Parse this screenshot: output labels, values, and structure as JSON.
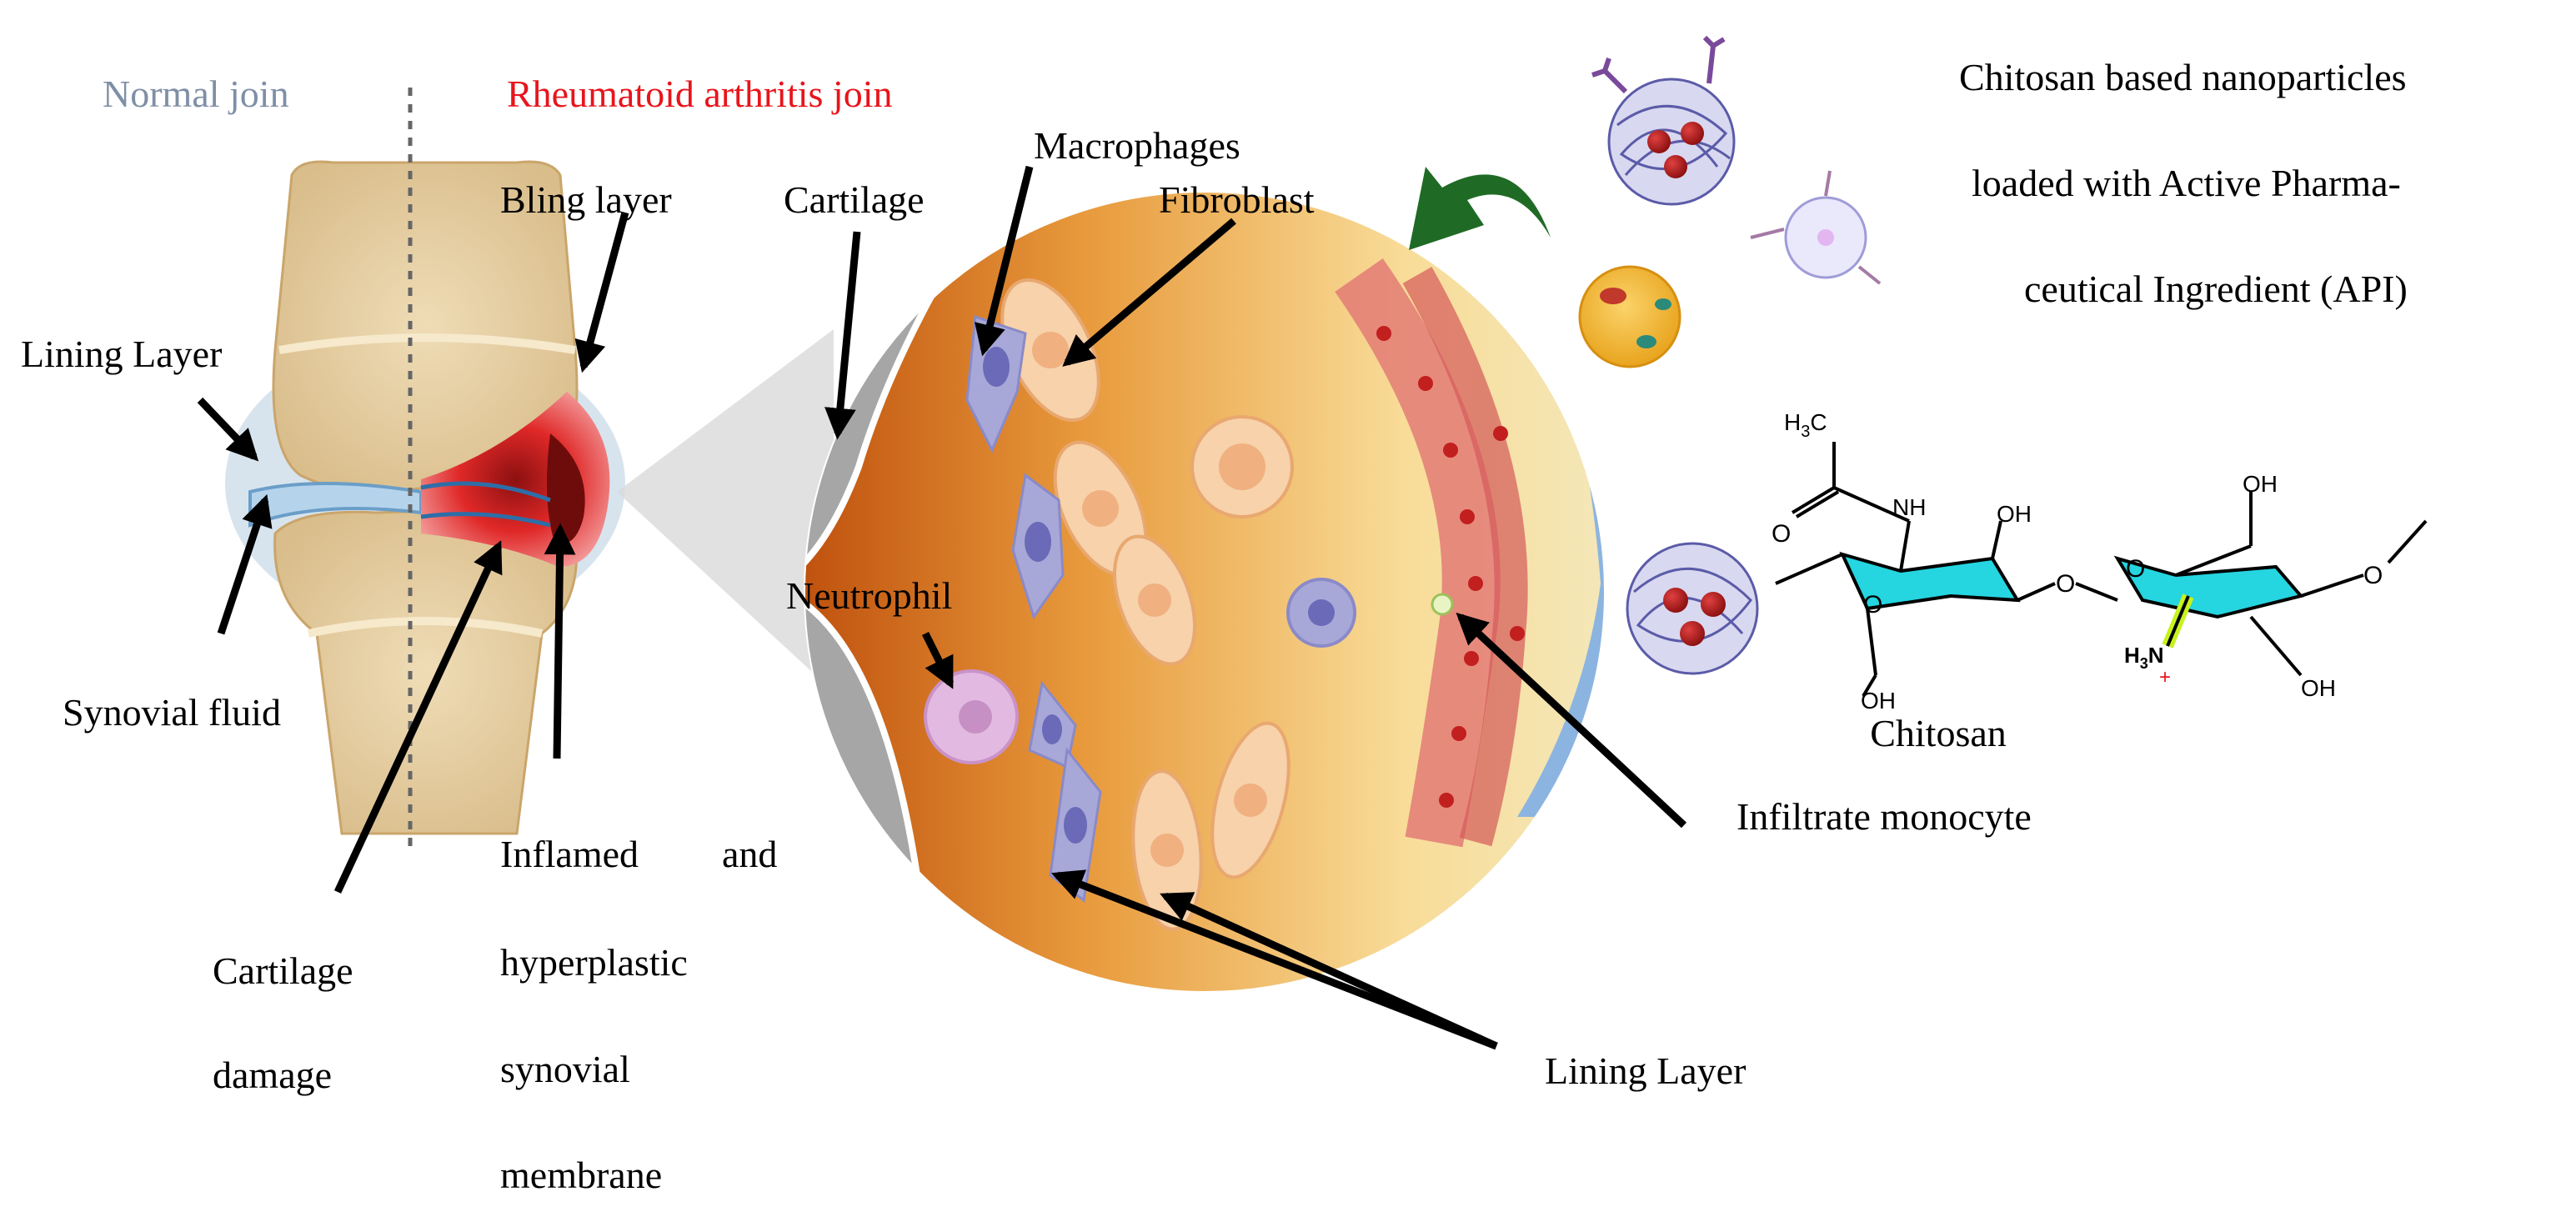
{
  "colors": {
    "normal_title": "#7f8fa6",
    "ra_title": "#e8141b",
    "bone": "#e9d2a6",
    "inflamed": "#e83a3a",
    "cartilage_grey": "#a7a6a6",
    "arrow_green": "#1f6b25",
    "chitosan_ring": "#25d5e0",
    "nh3_highlight": "#c7f21c"
  },
  "titles": {
    "normal": "Normal join",
    "ra": "Rheumatoid arthritis join"
  },
  "labels": {
    "lining_layer_left": "Lining Layer",
    "synovial_fluid": "Synovial fluid",
    "bling_layer": "Bling layer",
    "cartilage_damage_1": "Cartilage",
    "cartilage_damage_2": "damage",
    "inflamed_1a": "Inflamed",
    "inflamed_1b": "and",
    "inflamed_2": "hyperplastic",
    "inflamed_3": "synovial",
    "inflamed_4": "membrane",
    "cartilage": "Cartilage",
    "macrophages": "Macrophages",
    "fibroblast": "Fibroblast",
    "neutrophil": "Neutrophil",
    "lining_layer_bottom": "Lining Layer",
    "infiltrate_monocyte": "Infiltrate monocyte"
  },
  "nanoparticle_text": {
    "line1": "Chitosan based nanoparticles",
    "line2": "loaded with Active Pharma-",
    "line3": "ceutical Ingredient (API)"
  },
  "chitosan": {
    "name": "Chitosan",
    "h3c": "H",
    "h3c_sub": "3",
    "h3c_c": "C",
    "nh": "NH",
    "oh_top": "OH",
    "o_ring_left": "O",
    "o_bridge": "O",
    "oh_left_bottom": "OH",
    "oh_right_top": "OH",
    "o_ring_right": "O",
    "o_right": "O",
    "h3n_h": "H",
    "h3n_sub": "3",
    "h3n_n": "N",
    "plus": "+",
    "oh_right_bottom": "OH",
    "carbonyl_o": "O"
  }
}
